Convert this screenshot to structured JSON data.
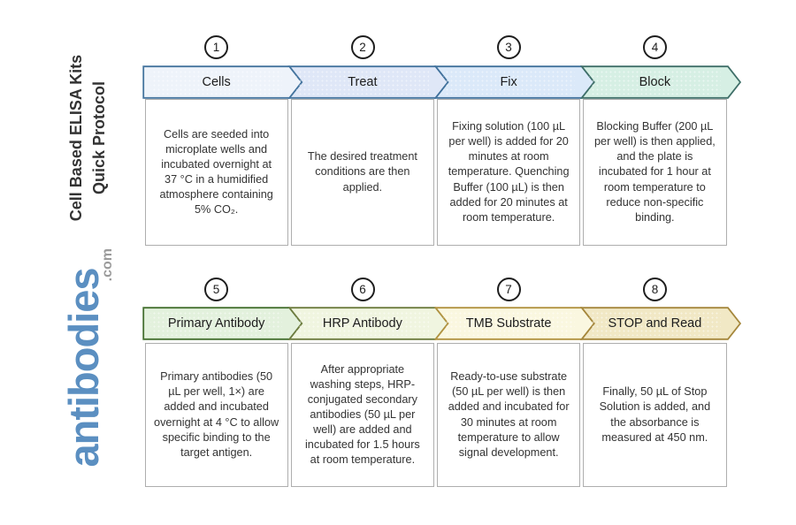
{
  "title": {
    "line1": "Cell Based ELISA Kits",
    "line2": "Quick Protocol"
  },
  "logo": {
    "name": "antibodies",
    "tld": ".com"
  },
  "theme": {
    "logo_blue": "#5b8fc1",
    "com_gray": "#9b9b9b",
    "box_border": "#aeaeae",
    "text_dark": "#333333",
    "label_dark": "#1c1c1c",
    "circle_black": "#1e1e1e"
  },
  "steps": [
    {
      "number": "1",
      "label": "Cells",
      "arrow_fill": "#eef3fa",
      "arrow_stroke": "#44749e",
      "description": "Cells are seeded into microplate wells and incubated overnight at 37 °C in a humidified atmosphere containing 5% CO₂."
    },
    {
      "number": "2",
      "label": "Treat",
      "arrow_fill": "#dfe7f7",
      "arrow_stroke": "#44749e",
      "description": "The desired treatment conditions are then applied."
    },
    {
      "number": "3",
      "label": "Fix",
      "arrow_fill": "#dbe9f9",
      "arrow_stroke": "#40719c",
      "description": "Fixing solution (100 µL per well) is added for 20 minutes at room temperature. Quenching Buffer (100 µL) is then added for 20 minutes at room temperature."
    },
    {
      "number": "4",
      "label": "Block",
      "arrow_fill": "#d6efe4",
      "arrow_stroke": "#3f6f68",
      "description": "Blocking Buffer (200 µL per well) is then applied, and the plate is incubated for 1 hour at room temperature to reduce non-specific binding."
    },
    {
      "number": "5",
      "label": "Primary Antibody",
      "arrow_fill": "#e3f1dd",
      "arrow_stroke": "#457030",
      "description": "Primary antibodies (50 µL per well, 1×) are added and incubated overnight at 4 °C to allow specific binding to the target antigen."
    },
    {
      "number": "6",
      "label": "HRP Antibody",
      "arrow_fill": "#f0f5e0",
      "arrow_stroke": "#6d7c3f",
      "description": "After appropriate washing steps, HRP-conjugated secondary antibodies (50 µL per well) are added and incubated for 1.5 hours at room temperature."
    },
    {
      "number": "7",
      "label": "TMB Substrate",
      "arrow_fill": "#faf7e0",
      "arrow_stroke": "#b29340",
      "description": "Ready-to-use substrate (50 µL per well) is then added and incubated for 30 minutes at room temperature to allow signal development."
    },
    {
      "number": "8",
      "label": "STOP and Read",
      "arrow_fill": "#f1e8c5",
      "arrow_stroke": "#a5873c",
      "description": "Finally, 50 µL of Stop Solution is added, and the absorbance is measured at 450 nm."
    }
  ]
}
